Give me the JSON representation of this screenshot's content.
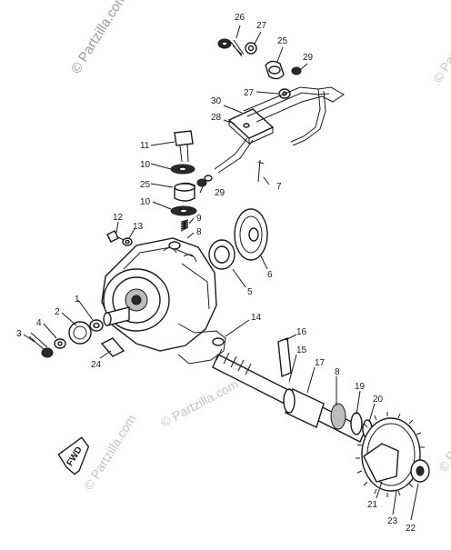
{
  "watermark": {
    "corner_text": "© Partzilla.com",
    "repeat_text": "© Partzilla.com"
  },
  "direction_label": "FWD",
  "callouts": [
    {
      "id": "c26",
      "label": "26"
    },
    {
      "id": "c27a",
      "label": "27"
    },
    {
      "id": "c25a",
      "label": "25"
    },
    {
      "id": "c29a",
      "label": "29"
    },
    {
      "id": "c27b",
      "label": "27"
    },
    {
      "id": "c30",
      "label": "30"
    },
    {
      "id": "c28",
      "label": "28"
    },
    {
      "id": "c11",
      "label": "11"
    },
    {
      "id": "c10a",
      "label": "10"
    },
    {
      "id": "c25b",
      "label": "25"
    },
    {
      "id": "c29b",
      "label": "29"
    },
    {
      "id": "c10b",
      "label": "10"
    },
    {
      "id": "c7",
      "label": "7"
    },
    {
      "id": "c9",
      "label": "9"
    },
    {
      "id": "c8a",
      "label": "8"
    },
    {
      "id": "c12",
      "label": "12"
    },
    {
      "id": "c13",
      "label": "13"
    },
    {
      "id": "c6",
      "label": "6"
    },
    {
      "id": "c5",
      "label": "5"
    },
    {
      "id": "c1",
      "label": "1"
    },
    {
      "id": "c2",
      "label": "2"
    },
    {
      "id": "c4",
      "label": "4"
    },
    {
      "id": "c3",
      "label": "3"
    },
    {
      "id": "c14",
      "label": "14"
    },
    {
      "id": "c24",
      "label": "24"
    },
    {
      "id": "c16",
      "label": "16"
    },
    {
      "id": "c15",
      "label": "15"
    },
    {
      "id": "c17",
      "label": "17"
    },
    {
      "id": "c8b",
      "label": "8"
    },
    {
      "id": "c19",
      "label": "19"
    },
    {
      "id": "c20",
      "label": "20"
    },
    {
      "id": "c21",
      "label": "21"
    },
    {
      "id": "c23",
      "label": "23"
    },
    {
      "id": "c22",
      "label": "22"
    }
  ]
}
